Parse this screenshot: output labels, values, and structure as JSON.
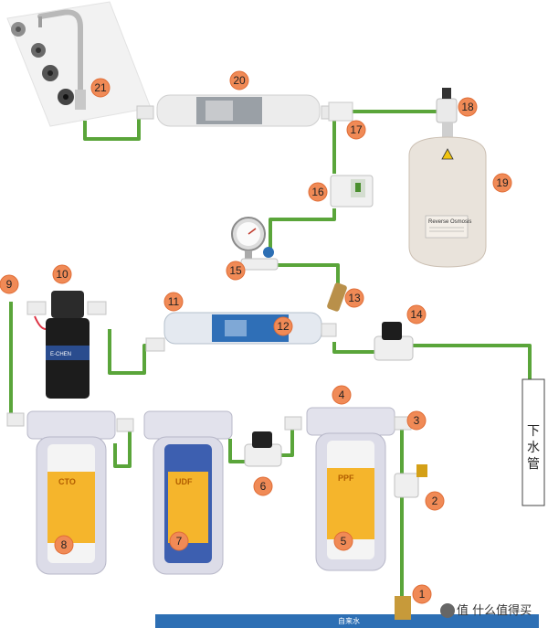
{
  "colors": {
    "pipe": "#5aa53a",
    "badge": "#f08a56",
    "badge_stroke": "#e06d36",
    "canister": "#dcdce8",
    "cartridge_label": "#f5b52c",
    "membrane_blue": "#2f6fb7",
    "drain_box_stroke": "#444444"
  },
  "badges": [
    "1",
    "2",
    "3",
    "4",
    "5",
    "6",
    "7",
    "8",
    "9",
    "10",
    "11",
    "12",
    "13",
    "14",
    "15",
    "16",
    "17",
    "18",
    "19",
    "20",
    "21"
  ],
  "drain_label": [
    "下",
    "水",
    "管"
  ],
  "cartridges": {
    "left": "CTO",
    "middle": "UDF",
    "right": "PPF"
  },
  "pump_label": "E-CHEN",
  "tank_label": "Reverse Osmosis",
  "tap_label": "自来水",
  "watermark": "值 什么值得买"
}
